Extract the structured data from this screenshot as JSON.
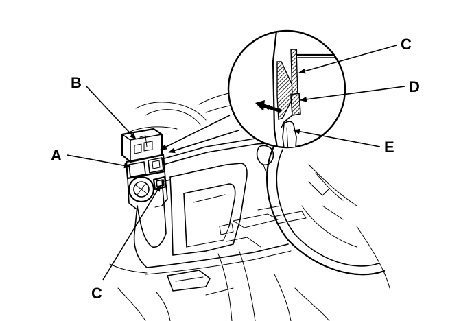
{
  "labels": {
    "a": "A",
    "b": "B",
    "c_detail": "C",
    "c_main": "C",
    "d": "D",
    "e": "E"
  },
  "colors": {
    "line": "#000000",
    "background": "#ffffff"
  }
}
